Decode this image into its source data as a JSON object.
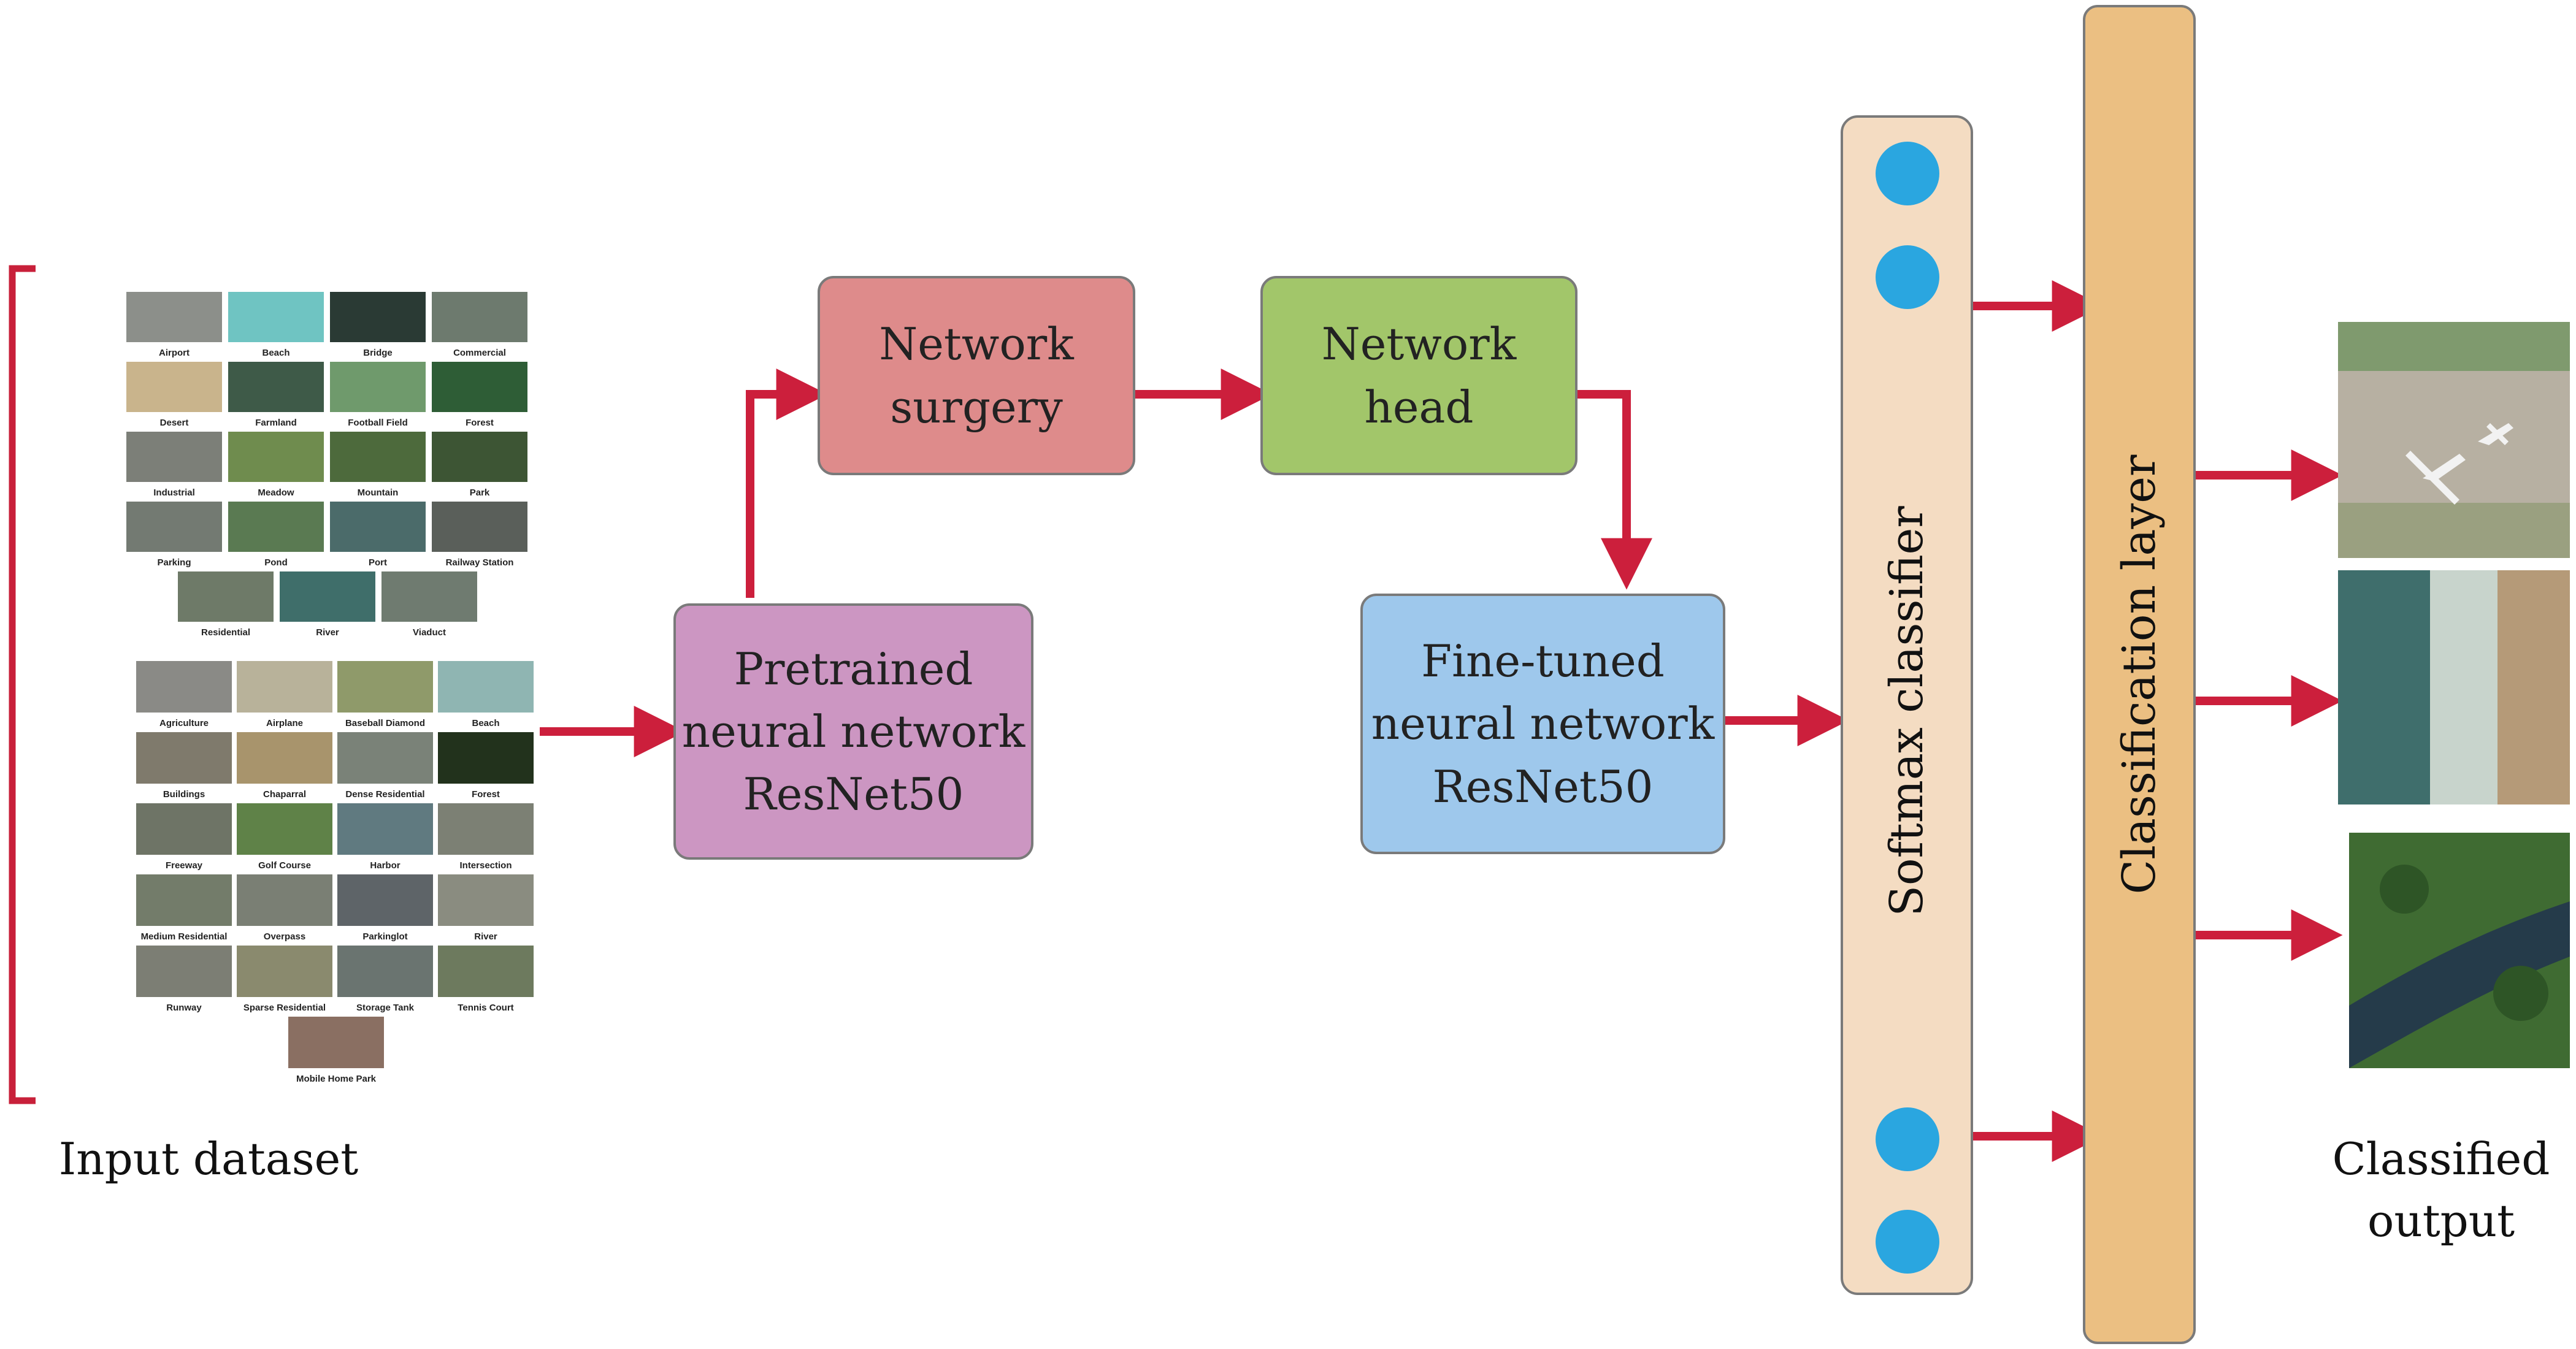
{
  "diagram": {
    "input_caption": "Input dataset",
    "output_caption": "Classified\noutput",
    "boxes": {
      "pretrained": "Pretrained\nneural network\nResNet50",
      "surgery": "Network\nsurgery",
      "head": "Network\nhead",
      "finetuned": "Fine-tuned\nneural network\nResNet50"
    },
    "softmax_label": "Softmax classifier",
    "classification_label": "Classification layer",
    "dataset_1_labels": [
      "Airport",
      "Beach",
      "Bridge",
      "Commercial",
      "Desert",
      "Farmland",
      "Football Field",
      "Forest",
      "Industrial",
      "Meadow",
      "Mountain",
      "Park",
      "Parking",
      "Pond",
      "Port",
      "Railway Station",
      "Residential",
      "River",
      "Viaduct"
    ],
    "dataset_2_labels": [
      "Agriculture",
      "Airplane",
      "Baseball Diamond",
      "Beach",
      "Buildings",
      "Chaparral",
      "Dense Residential",
      "Forest",
      "Freeway",
      "Golf Course",
      "Harbor",
      "Intersection",
      "Medium Residential",
      "Overpass",
      "Parkinglot",
      "River",
      "Runway",
      "Sparse Residential",
      "Storage Tank",
      "Tennis Court",
      "Mobile Home Park"
    ],
    "colors": {
      "arrow": "#cc1f3c",
      "bracket": "#c8203a",
      "pretrained": "#cc96c2",
      "surgery": "#de8b8b",
      "head": "#a2c66a",
      "finetuned": "#9ec8ec",
      "softmax": "#f4dcc2",
      "classification": "#ebbf82",
      "node": "#2aa6e0"
    }
  }
}
